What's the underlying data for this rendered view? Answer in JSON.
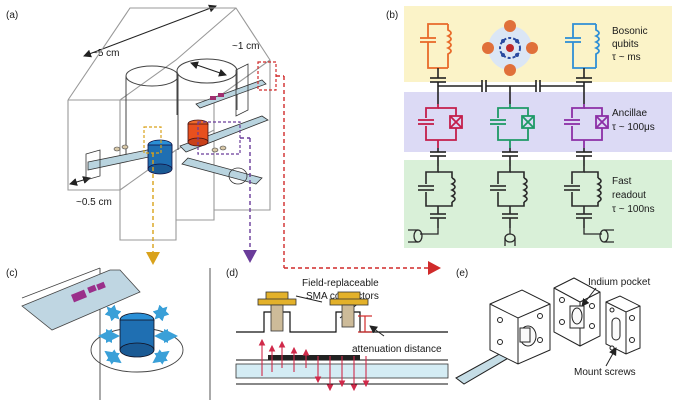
{
  "panels": {
    "a": "(a)",
    "b": "(b)",
    "c": "(c)",
    "d": "(d)",
    "e": "(e)"
  },
  "dimensions": {
    "width": "~5 cm",
    "hole": "~1 cm",
    "depth": "~0.5 cm"
  },
  "circuit": {
    "bosonic_line1": "Bosonic",
    "bosonic_line2": "qubits",
    "bosonic_line3": "τ ~ ms",
    "ancillae_line1": "Ancillae",
    "ancillae_line2": "τ ~ 100μs",
    "readout_line1": "Fast",
    "readout_line2": "readout",
    "readout_line3": "τ ~ 100ns"
  },
  "connectors": {
    "title_line1": "Field-replaceable",
    "title_line2": "SMA connectors",
    "attenuation": "attenuation distance"
  },
  "mount": {
    "indium": "Indium pocket",
    "screws": "Mount screws"
  },
  "colors": {
    "bosonic_bg": "#fbf3c8",
    "ancilla_bg": "#dcdaf5",
    "readout_bg": "#d9f0d8",
    "orange_mode": "#e86a2a",
    "blue_mode": "#2f8fd6",
    "red_qubit": "#c41e4b",
    "green_qubit": "#1e9a66",
    "purple_qubit": "#8c2fa6",
    "yellow_arrow": "#d9a21b",
    "purple_arrow": "#6a3c9a",
    "red_arrow": "#d02a2a",
    "cavity_blue": "#1f6fb2",
    "cavity_orange": "#e8501e",
    "connector_gold": "#e3b12a"
  }
}
